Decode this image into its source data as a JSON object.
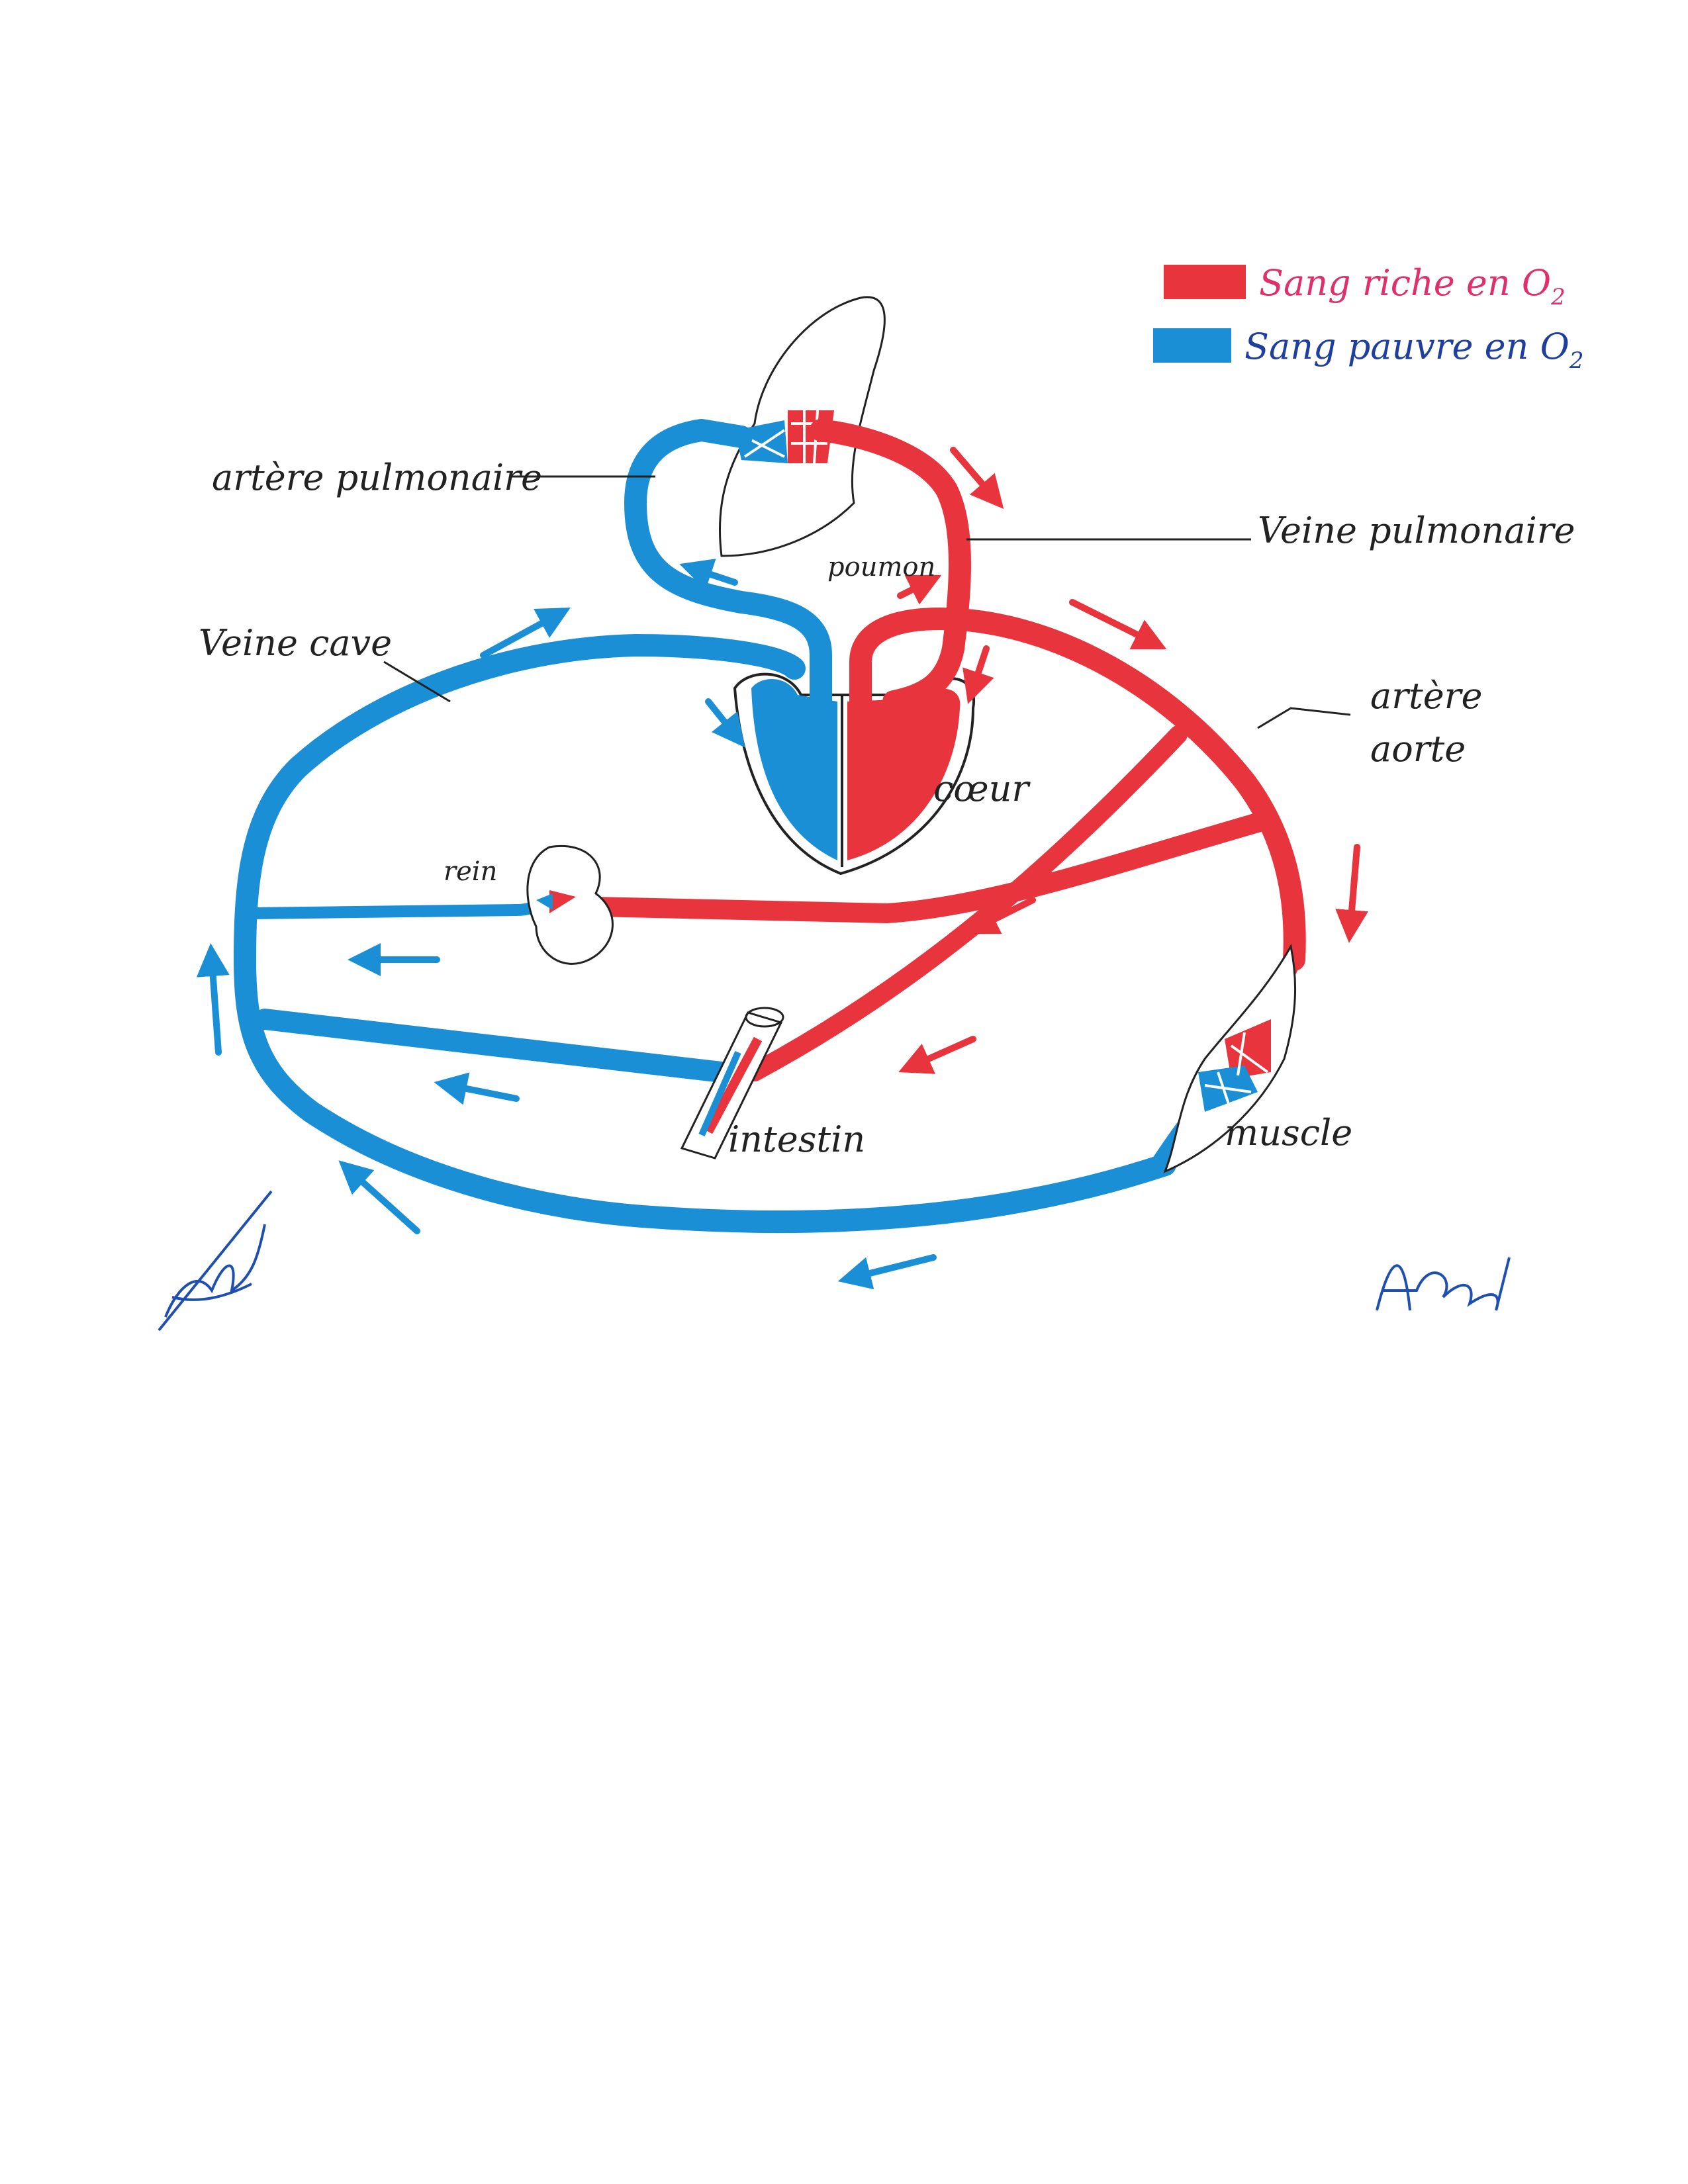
{
  "colors": {
    "oxygen_rich": "#e8343c",
    "oxygen_poor": "#1a8fd6",
    "ink": "#222222",
    "legend_red_text": "#e0306a",
    "legend_blue_text": "#1f3f9e",
    "signature": "#1f4fb0"
  },
  "legend": {
    "rich": "Sang riche en O",
    "poor": "Sang pauvre en O",
    "sub": "2"
  },
  "labels": {
    "pulmonary_artery": "artère pulmonaire",
    "pulmonary_vein": "Veine pulmonaire",
    "lung": "poumon",
    "vena_cava": "Veine cave",
    "aorta_line1": "artère",
    "aorta_line2": "aorte",
    "heart": "cœur",
    "kidney": "rein",
    "intestine": "intestin",
    "muscle": "muscle"
  }
}
